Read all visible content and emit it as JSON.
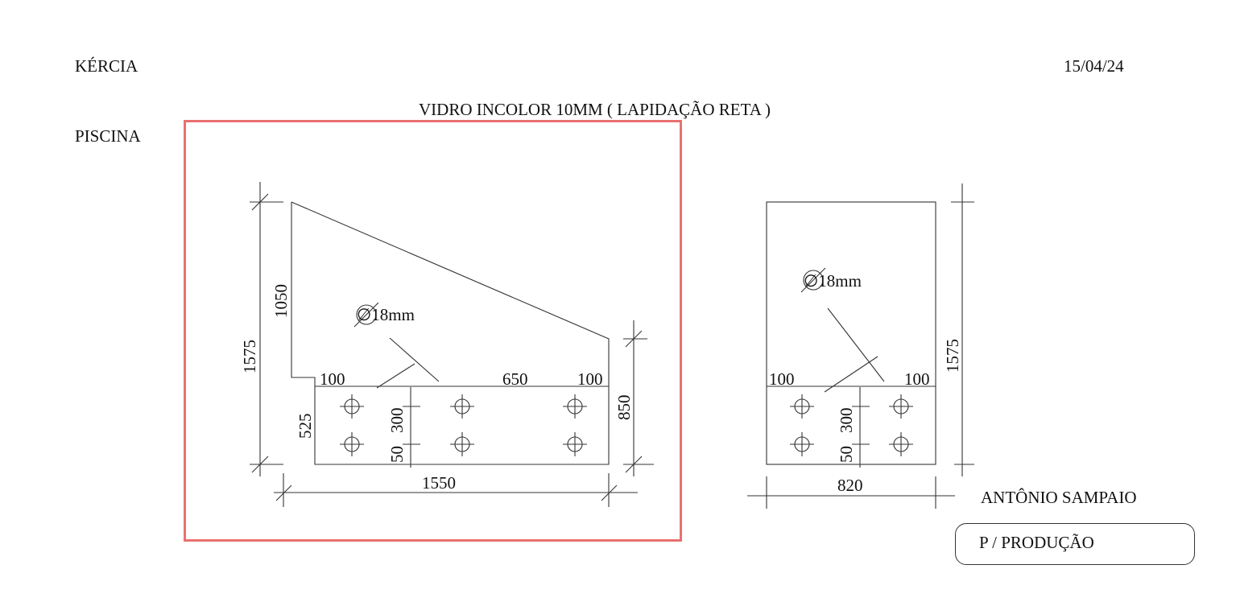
{
  "header": {
    "client": "KÉRCIA",
    "date": "15/04/24",
    "location": "PISCINA",
    "material": "VIDRO INCOLOR 10MM ( LAPIDAÇÃO RETA )"
  },
  "footer": {
    "author": "ANTÔNIO SAMPAIO",
    "badge": "P / PRODUÇÃO"
  },
  "panel_left": {
    "dim_total_height": "1575",
    "dim_upper_height": "1050",
    "dim_lower_height": "525",
    "dim_right_height": "850",
    "dim_width": "1550",
    "dim_left_offset": "100",
    "dim_gap": "650",
    "dim_right_offset": "100",
    "dim_hole_vertical_spacing": "300",
    "dim_hole_bottom_offset": "50",
    "hole_diameter": "∅18mm"
  },
  "panel_right": {
    "dim_height": "1575",
    "dim_width": "820",
    "dim_left_offset": "100",
    "dim_right_offset": "100",
    "dim_hole_vertical_spacing": "300",
    "dim_hole_bottom_offset": "50",
    "hole_diameter": "∅18mm"
  }
}
